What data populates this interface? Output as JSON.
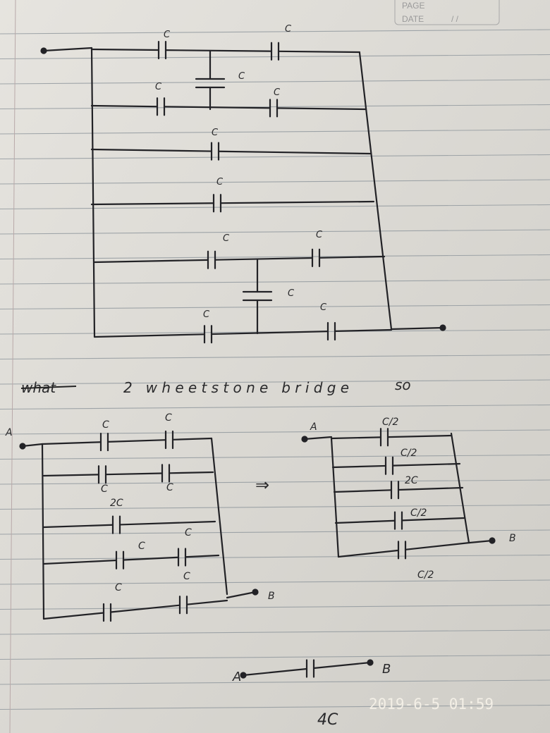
{
  "header": {
    "page_label": "PAGE",
    "date_label": "DATE",
    "date_value": "/ /"
  },
  "circuit1": {
    "labels": [
      "C",
      "C",
      "C",
      "C",
      "C",
      "C",
      "C",
      "C",
      "C",
      "C",
      "C",
      "C"
    ]
  },
  "note": {
    "struck": "what",
    "text": "2 wheetstone bridge",
    "suffix": "so"
  },
  "circuit2": {
    "terminal_a": "A",
    "terminal_b": "B",
    "labels": [
      "C",
      "C",
      "C",
      "C",
      "2C",
      "C",
      "C",
      "C",
      "C"
    ]
  },
  "arrow": "⇒",
  "circuit3": {
    "terminal_a": "A",
    "terminal_b": "B",
    "labels": [
      "C/2",
      "C/2",
      "2C",
      "C/2",
      "C/2"
    ]
  },
  "result": {
    "terminal_a": "A",
    "terminal_b": "B",
    "label": "4C"
  },
  "timestamp": "2019-6-5 01:59",
  "colors": {
    "paper": "#dedcd6",
    "rule": "#8e969c",
    "ink": "#222226"
  }
}
